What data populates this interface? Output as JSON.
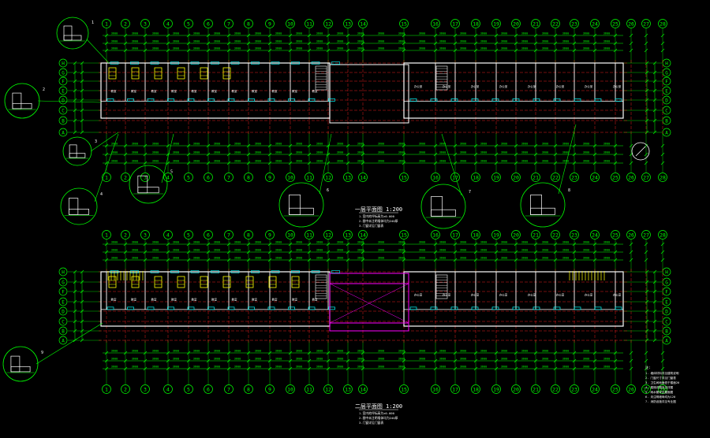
{
  "drawing": {
    "background": "#000000",
    "colors": {
      "grid": "#00ff00",
      "wall": "#ffffff",
      "axis": "#ff2020",
      "accent": "#ff00ff",
      "cyan": "#00ffff",
      "yellow": "#ffff00"
    },
    "axis_numbers": [
      "1",
      "2",
      "3",
      "4",
      "5",
      "6",
      "7",
      "8",
      "9",
      "10",
      "11",
      "12",
      "13",
      "14",
      "15",
      "16",
      "17",
      "18",
      "19",
      "20",
      "21",
      "22",
      "23",
      "24",
      "25",
      "26",
      "27",
      "28"
    ],
    "axis_letters": [
      "H",
      "G",
      "F",
      "E",
      "D",
      "C",
      "B",
      "A"
    ],
    "plan_top": {
      "title": "一层平面图 1:200",
      "notes": [
        "1.室内地坪标高为±0.000",
        "2.图中未注明墙体均为240厚",
        "3.门窗详见门窗表"
      ]
    },
    "plan_bottom": {
      "title": "二层平面图 1:200",
      "notes": [
        "1.室内地坪标高为±0.000",
        "2.图中未注明墙体均为240厚",
        "3.门窗详见门窗表"
      ]
    },
    "general_notes": {
      "heading": "注:",
      "lines": [
        "1. 墙体材料详见建筑说明",
        "2. 门窗尺寸详见门窗表",
        "3. 卫生间地面低于楼面20",
        "4. 楼梯详图另见详图",
        "5. 雨水管详见屋面图",
        "6. 未注明墙垛均为120",
        "7. 消防设施详见专业图"
      ]
    },
    "detail_callouts": [
      "1",
      "2",
      "3",
      "4",
      "5",
      "6",
      "7",
      "8",
      "9"
    ]
  }
}
